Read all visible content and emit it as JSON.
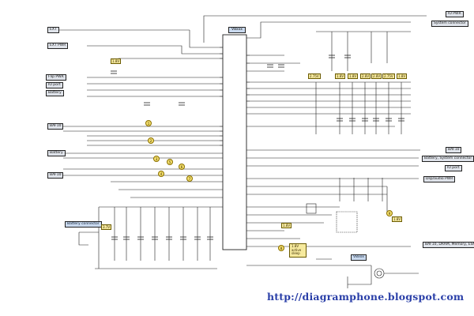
{
  "chip": {
    "title": "V8xxx"
  },
  "labels_left": [
    {
      "id": "ext-signal",
      "text": "EXT",
      "style": "gray"
    },
    {
      "id": "ext-pwr",
      "text": "EXT PWR",
      "style": "gray"
    },
    {
      "id": "flip-pwr",
      "text": "Flip PWR",
      "style": "gray"
    },
    {
      "id": "io-port",
      "text": "IO port",
      "style": "gray"
    },
    {
      "id": "battery",
      "text": "Battery",
      "style": "gray"
    },
    {
      "id": "baf-left-1",
      "text": "BAF10",
      "style": "gray"
    },
    {
      "id": "battery-2",
      "text": "Battery",
      "style": "gray"
    },
    {
      "id": "baf-left-2",
      "text": "BAF10",
      "style": "gray"
    },
    {
      "id": "battery-connector",
      "text": "Battery connector",
      "style": "blue"
    }
  ],
  "labels_right": [
    {
      "id": "io-pwr",
      "text": "IO PWR",
      "style": "gray"
    },
    {
      "id": "system-connector",
      "text": "System connector",
      "style": "gray"
    },
    {
      "id": "baf-right",
      "text": "BAF10",
      "style": "gray"
    },
    {
      "id": "battery-system-connector",
      "text": "Battery, System connector",
      "style": "gray"
    },
    {
      "id": "io-port-right",
      "text": "IO port",
      "style": "gray"
    },
    {
      "id": "dsp-pwr",
      "text": "Dsp/audio PWR",
      "style": "gray"
    },
    {
      "id": "baf-memory",
      "text": "BAF10, DRAM, Memory, ESM",
      "style": "gray"
    },
    {
      "id": "v8xxx-lower",
      "text": "V8xxx",
      "style": "blue"
    }
  ],
  "voltage_tags": [
    {
      "id": "v-top",
      "text": "1.8V"
    },
    {
      "id": "v-r1",
      "text": "2.75V"
    },
    {
      "id": "v-r2",
      "text": "1.8V"
    },
    {
      "id": "v-r3",
      "text": "1.8V"
    },
    {
      "id": "v-r4",
      "text": "2.8V"
    },
    {
      "id": "v-r5",
      "text": "2.8V"
    },
    {
      "id": "v-r6",
      "text": "2.75V"
    },
    {
      "id": "v-r7",
      "text": "1.8V"
    },
    {
      "id": "v-bat",
      "text": "3.7V"
    },
    {
      "id": "v-lower",
      "text": "1.8V"
    },
    {
      "id": "v-rtc",
      "text": "1.8V"
    }
  ],
  "note": {
    "text": "1.8V active sleep"
  },
  "callouts": [
    "1",
    "2",
    "3",
    "4",
    "5",
    "6",
    "7",
    "8",
    "9"
  ],
  "footer": {
    "url": "http://diagramphone.blogspot.com"
  }
}
